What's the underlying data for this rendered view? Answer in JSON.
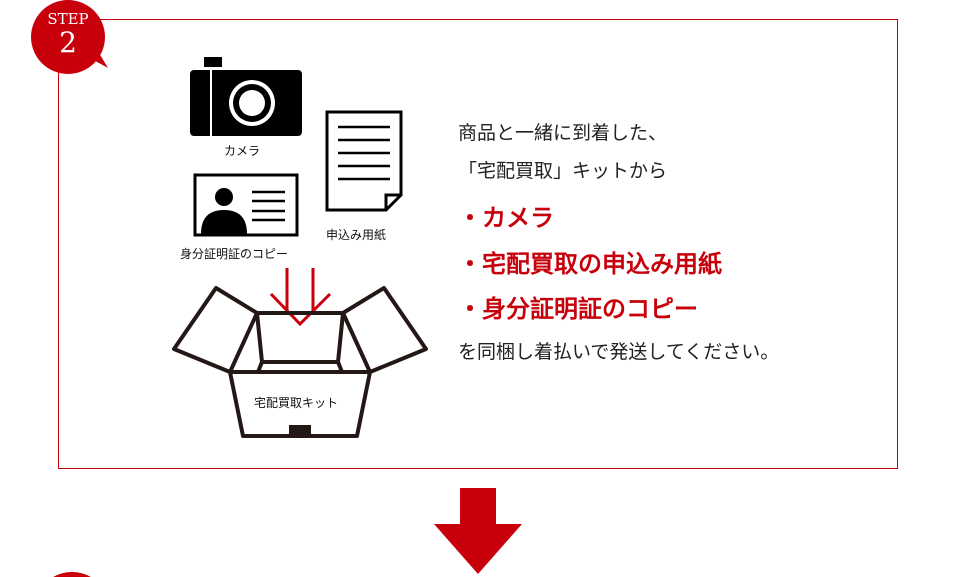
{
  "step": {
    "label": "STEP",
    "number": "2"
  },
  "illustration": {
    "camera_label": "カメラ",
    "id_label": "身分証明証のコピー",
    "form_label": "申込み用紙",
    "box_label": "宅配買取キット"
  },
  "instructions": {
    "line1": "商品と一緒に到着した、",
    "line2": "「宅配買取」キットから",
    "items": [
      "・カメラ",
      "・宅配買取の申込み用紙",
      "・身分証明証のコピー"
    ],
    "line3": "を同梱し着払いで発送してください。"
  },
  "colors": {
    "accent": "#c8000b"
  }
}
